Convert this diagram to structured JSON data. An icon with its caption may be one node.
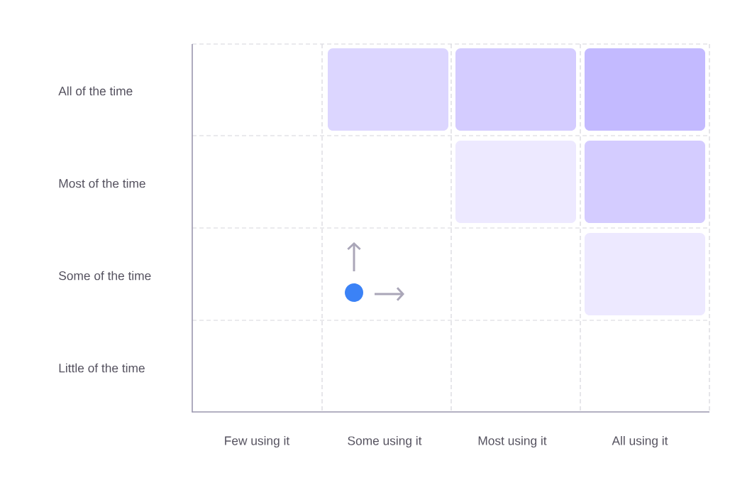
{
  "diagram": {
    "nodes": [
      {
        "text": [],
        "shape": "box"
      },
      {
        "text": [],
        "shape": "box"
      },
      {
        "text": [],
        "shape": "box"
      },
      {
        "text": [],
        "shape": "box"
      },
      {
        "text": [],
        "shape": "box"
      },
      {
        "text": [],
        "shape": "box"
      }
    ],
    "labels": [
      "All of the time",
      "Most of the time",
      "Some of the time",
      "Little of the time",
      "Few using it",
      "Some using it",
      "Most using it",
      "All using it"
    ]
  }
}
